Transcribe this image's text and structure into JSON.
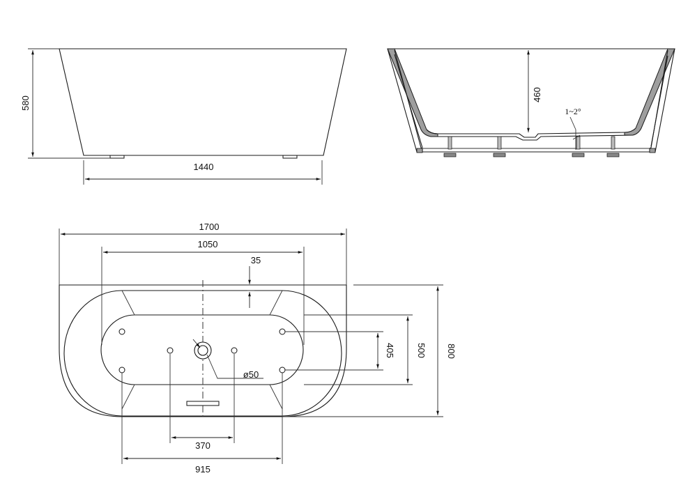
{
  "dimensions": {
    "height_total": "580",
    "bottom_length": "1440",
    "inner_depth": "460",
    "slope": "1~2°",
    "overall_length": "1700",
    "inner_length": "1050",
    "rim_offset": "35",
    "drain_diameter": "ø50",
    "hole_spacing_width": "405",
    "inner_width": "500",
    "overall_width": "800",
    "center_spacing": "370",
    "outer_spacing": "915"
  }
}
